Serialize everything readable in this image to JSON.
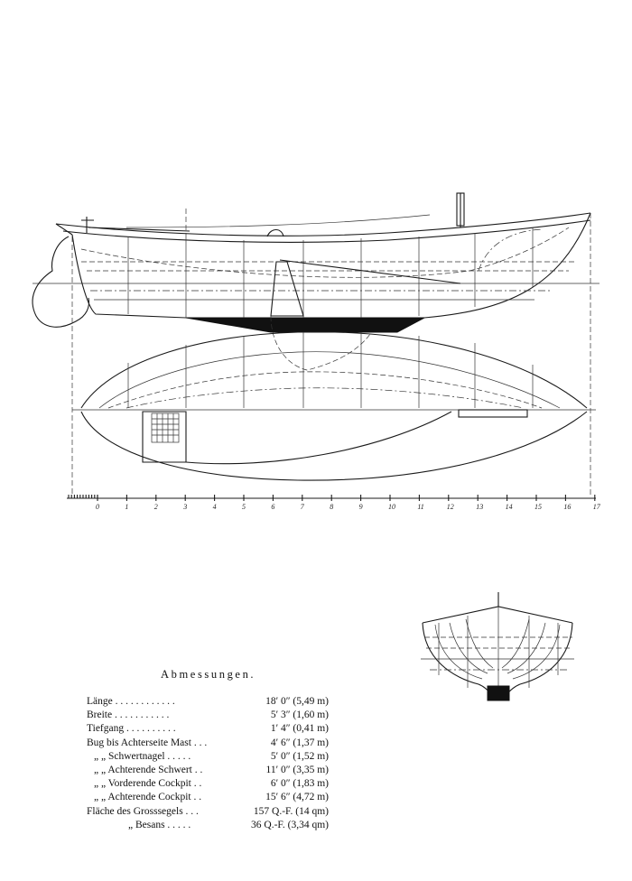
{
  "scale_labels": [
    "0",
    "1",
    "2",
    "3",
    "4",
    "5",
    "6",
    "7",
    "8",
    "9",
    "10",
    "11",
    "12",
    "13",
    "14",
    "15",
    "16",
    "17"
  ],
  "dimensions_title": "Abmessungen.",
  "dimensions": [
    {
      "label": "Länge . . . . . . . . . . . .",
      "value": "18′ 0″ (5,49 m)"
    },
    {
      "label": "Breite . . . . . . . . . . .",
      "value": "5′ 3″ (1,60 m)"
    },
    {
      "label": "Tiefgang . . . . . . . . . .",
      "value": "1′ 4″ (0,41 m)"
    },
    {
      "label": "Bug bis Achterseite Mast . . .",
      "value": "4′ 6″ (1,37 m)"
    },
    {
      "label": "„ „ Schwertnagel . . . . .",
      "value": "5′ 0″ (1,52 m)"
    },
    {
      "label": "„ „ Achterende Schwert . .",
      "value": "11′ 0″ (3,35 m)"
    },
    {
      "label": "„ „ Vorderende Cockpit . .",
      "value": "6′ 0″ (1,83 m)"
    },
    {
      "label": "„ „ Achterende Cockpit . .",
      "value": "15′ 6″ (4,72 m)"
    },
    {
      "label": "Fläche des Grosssegels . . .",
      "value": "157 Q.-F. (14 qm)"
    },
    {
      "label": "„ Besans . . . . .",
      "value": "36 Q.-F. (3,34 qm)"
    }
  ]
}
